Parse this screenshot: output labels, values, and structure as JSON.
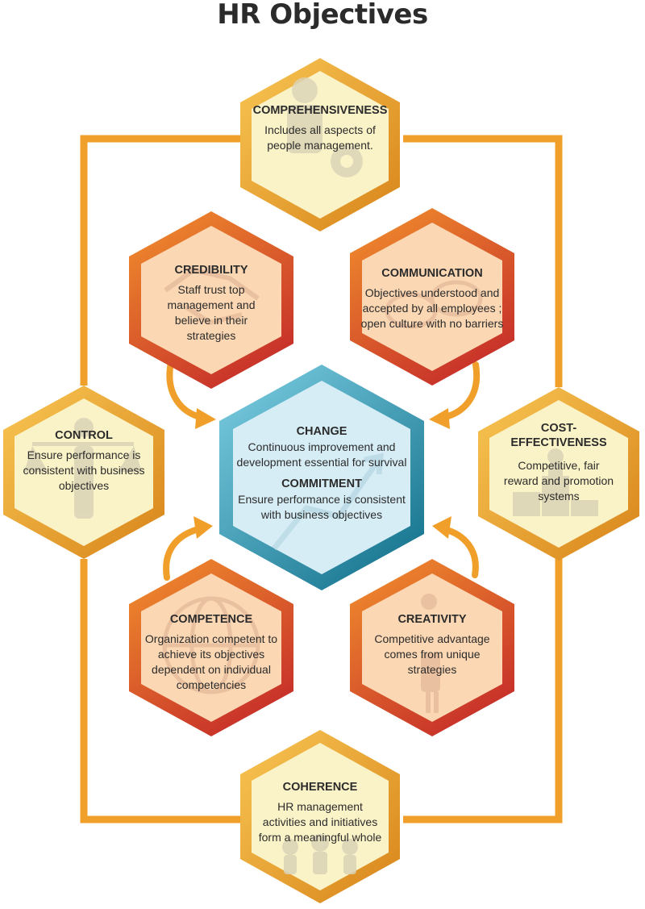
{
  "title": "HR Objectives",
  "colors": {
    "frame": "#f0a02a",
    "outer_fill": "#fbf3c8",
    "outer_edge_light": "#f7c04e",
    "outer_edge_dark": "#d9891c",
    "inner_fill": "#fbd7b3",
    "inner_edge_light": "#f08a2b",
    "inner_edge_dark": "#c9392a",
    "center_fill": "#d6edf6",
    "center_edge_light": "#6fc6dd",
    "center_edge_dark": "#1e7f9e",
    "text": "#2b2b2b"
  },
  "center": {
    "change_title": "CHANGE",
    "change_desc": "Continuous improvement and development essential for survival",
    "commitment_title": "COMMITMENT",
    "commitment_desc": "Ensure performance is consistent with business objectives",
    "icon": "upward-arrow-man-icon"
  },
  "comprehensiveness": {
    "title": "COMPREHENSIVENESS",
    "desc": "Includes all aspects of people management.",
    "icon": "person-gear-icon"
  },
  "credibility": {
    "title": "CREDIBILITY",
    "desc": "Staff trust top management and believe in their strategies",
    "icon": "handshake-icon"
  },
  "communication": {
    "title": "COMMUNICATION",
    "desc": "Objectives understood and accepted by all employees ; open culture with no barriers",
    "icon": "speech-bubbles-icon"
  },
  "control": {
    "title": "CONTROL",
    "desc": "Ensure performance is consistent with business objectives",
    "icon": "balance-person-icon"
  },
  "cost_effectiveness": {
    "title_line1": "COST-",
    "title_line2": "EFFECTIVENESS",
    "desc": "Competitive, fair reward and promotion systems",
    "icon": "podium-icon"
  },
  "competence": {
    "title": "COMPETENCE",
    "desc": "Organization competent to achieve its objectives dependent on individual competencies",
    "icon": "globe-icon"
  },
  "creativity": {
    "title": "CREATIVITY",
    "desc": "Competitive advantage comes from unique strategies",
    "icon": "lightbulb-person-icon"
  },
  "coherence": {
    "title": "COHERENCE",
    "desc": "HR management activities and initiatives form a meaningful whole",
    "icon": "team-icon"
  }
}
